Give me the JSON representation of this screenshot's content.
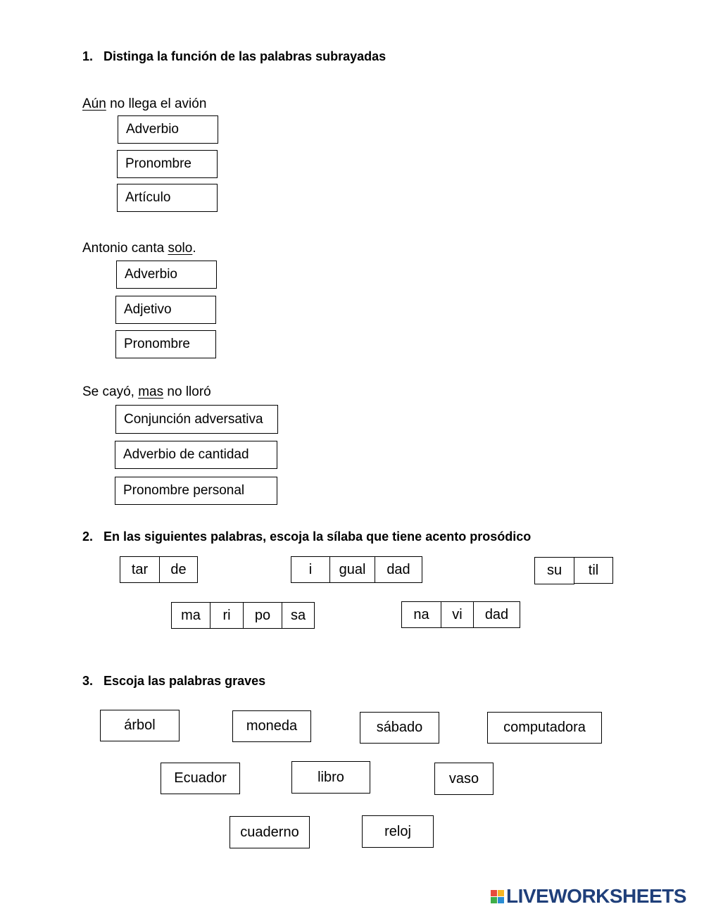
{
  "section1": {
    "number": "1.",
    "title": "Distinga la función de las palabras subrayadas",
    "q1": {
      "underlined": "Aún",
      "rest": " no llega el avión",
      "options": [
        "Adverbio",
        "Pronombre",
        "Artículo"
      ]
    },
    "q2": {
      "before": "Antonio canta ",
      "underlined": "solo",
      "after": ".",
      "options": [
        "Adverbio",
        "Adjetivo",
        "Pronombre"
      ]
    },
    "q3": {
      "before": "Se cayó, ",
      "underlined": "mas",
      "after": " no lloró",
      "options": [
        "Conjunción adversativa",
        "Adverbio de cantidad",
        "Pronombre personal"
      ]
    }
  },
  "section2": {
    "number": "2.",
    "title": "En las siguientes palabras, escoja la sílaba que tiene acento prosódico",
    "words": [
      [
        "tar",
        "de"
      ],
      [
        "i",
        "gual",
        "dad"
      ],
      [
        "su",
        "til"
      ],
      [
        "ma",
        "ri",
        "po",
        "sa"
      ],
      [
        "na",
        "vi",
        "dad"
      ]
    ]
  },
  "section3": {
    "number": "3.",
    "title": "Escoja las palabras graves",
    "words": [
      "árbol",
      "moneda",
      "sábado",
      "computadora",
      "Ecuador",
      "libro",
      "vaso",
      "cuaderno",
      "reloj"
    ]
  },
  "footer": {
    "brand": "LIVEWORKSHEETS",
    "brand_color": "#1f3f7a"
  }
}
